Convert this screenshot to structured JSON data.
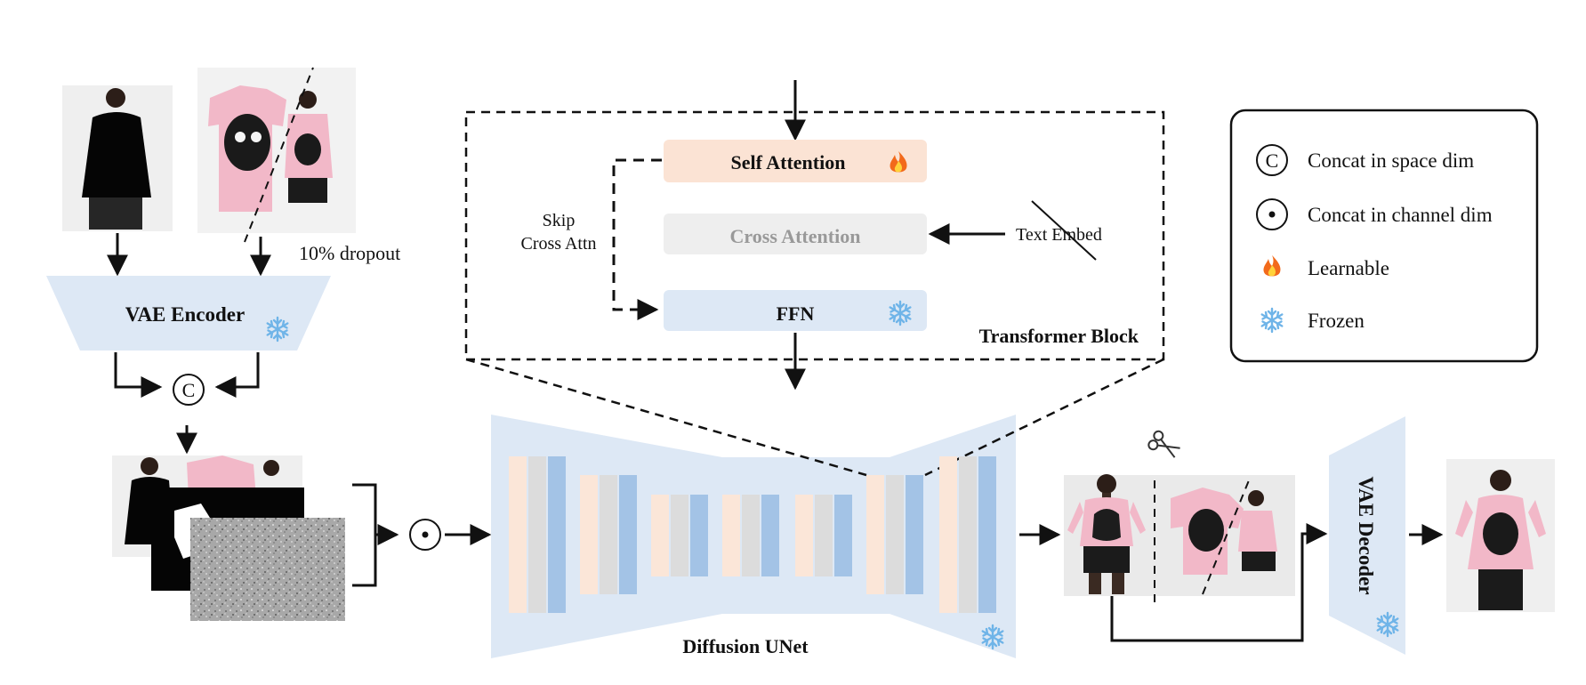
{
  "labels": {
    "dropout": "10% dropout",
    "vae_encoder": "VAE Encoder",
    "vae_decoder": "VAE Decoder",
    "self_attention": "Self Attention",
    "cross_attention": "Cross Attention",
    "ffn": "FFN",
    "skip_line1": "Skip",
    "skip_line2": "Cross Attn",
    "text_embed": "Text Embed",
    "transformer_block": "Transformer Block",
    "diffusion_unet": "Diffusion UNet",
    "concat_space_symbol": "C"
  },
  "legend": {
    "items": [
      {
        "icon": "concat-space-icon",
        "label": "Concat in space dim"
      },
      {
        "icon": "concat-channel-icon",
        "label": "Concat in channel dim"
      },
      {
        "icon": "fire-icon",
        "label": "Learnable"
      },
      {
        "icon": "snowflake-icon",
        "label": "Frozen"
      }
    ]
  },
  "colors": {
    "light_blue": "#dde8f5",
    "peach": "#fbe3d4",
    "gray": "#eeeeee",
    "bar_peach": "#fbe6d8",
    "bar_gray": "#dcdcdc",
    "bar_blue": "#a3c3e6",
    "shirt_pink": "#f2b8c8",
    "ink": "#111111",
    "cross_attn_text": "#999999",
    "fire": "#f26a1b",
    "snow": "#6fb4e8"
  }
}
